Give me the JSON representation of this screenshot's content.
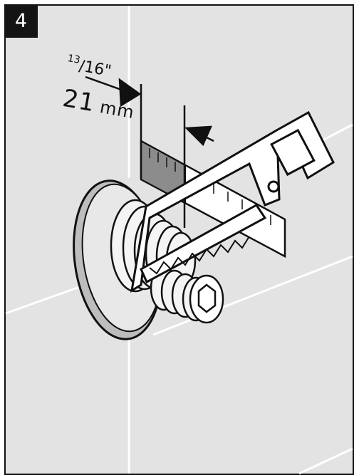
{
  "step": {
    "number": "4"
  },
  "dimension": {
    "inch_numerator": "13",
    "inch_rest": "/16\"",
    "mm_value": "21",
    "mm_unit": "mm"
  },
  "icons": [
    "hacksaw-icon",
    "thread-sleeve-icon",
    "ruler-icon",
    "arrow-icon"
  ],
  "colors": {
    "background": "#e3e3e3",
    "badge": "#141414",
    "lines": "#111111"
  }
}
